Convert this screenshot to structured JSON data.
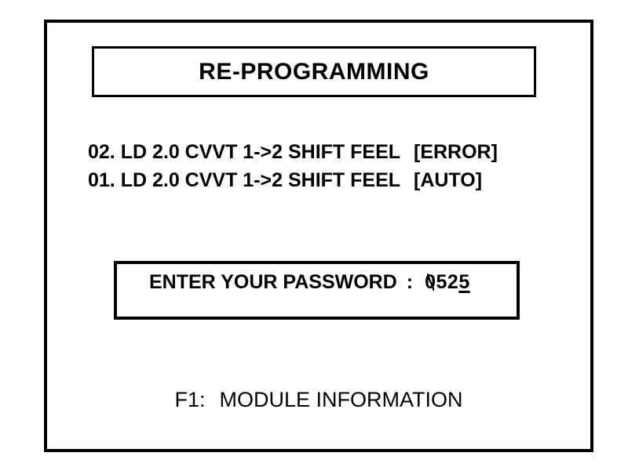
{
  "window": {
    "bg_color": "#ffffff",
    "border_color": "#000000",
    "text_color": "#000000"
  },
  "title_box": {
    "title": "RE-PROGRAMMING"
  },
  "module_list": {
    "items": [
      {
        "label": "02. LD 2.0 CVVT 1->2 SHIFT FEEL",
        "status": "[ERROR]"
      },
      {
        "label": "01. LD 2.0 CVVT 1->2 SHIFT FEEL",
        "status": "[AUTO]"
      }
    ]
  },
  "password_box": {
    "label": "ENTER YOUR PASSWORD",
    "separator": ":",
    "value": "0525",
    "cursor_on_last_char": true,
    "zero_style": "slashed"
  },
  "footer": {
    "key_label": "F1:",
    "action_label": "MODULE INFORMATION"
  }
}
